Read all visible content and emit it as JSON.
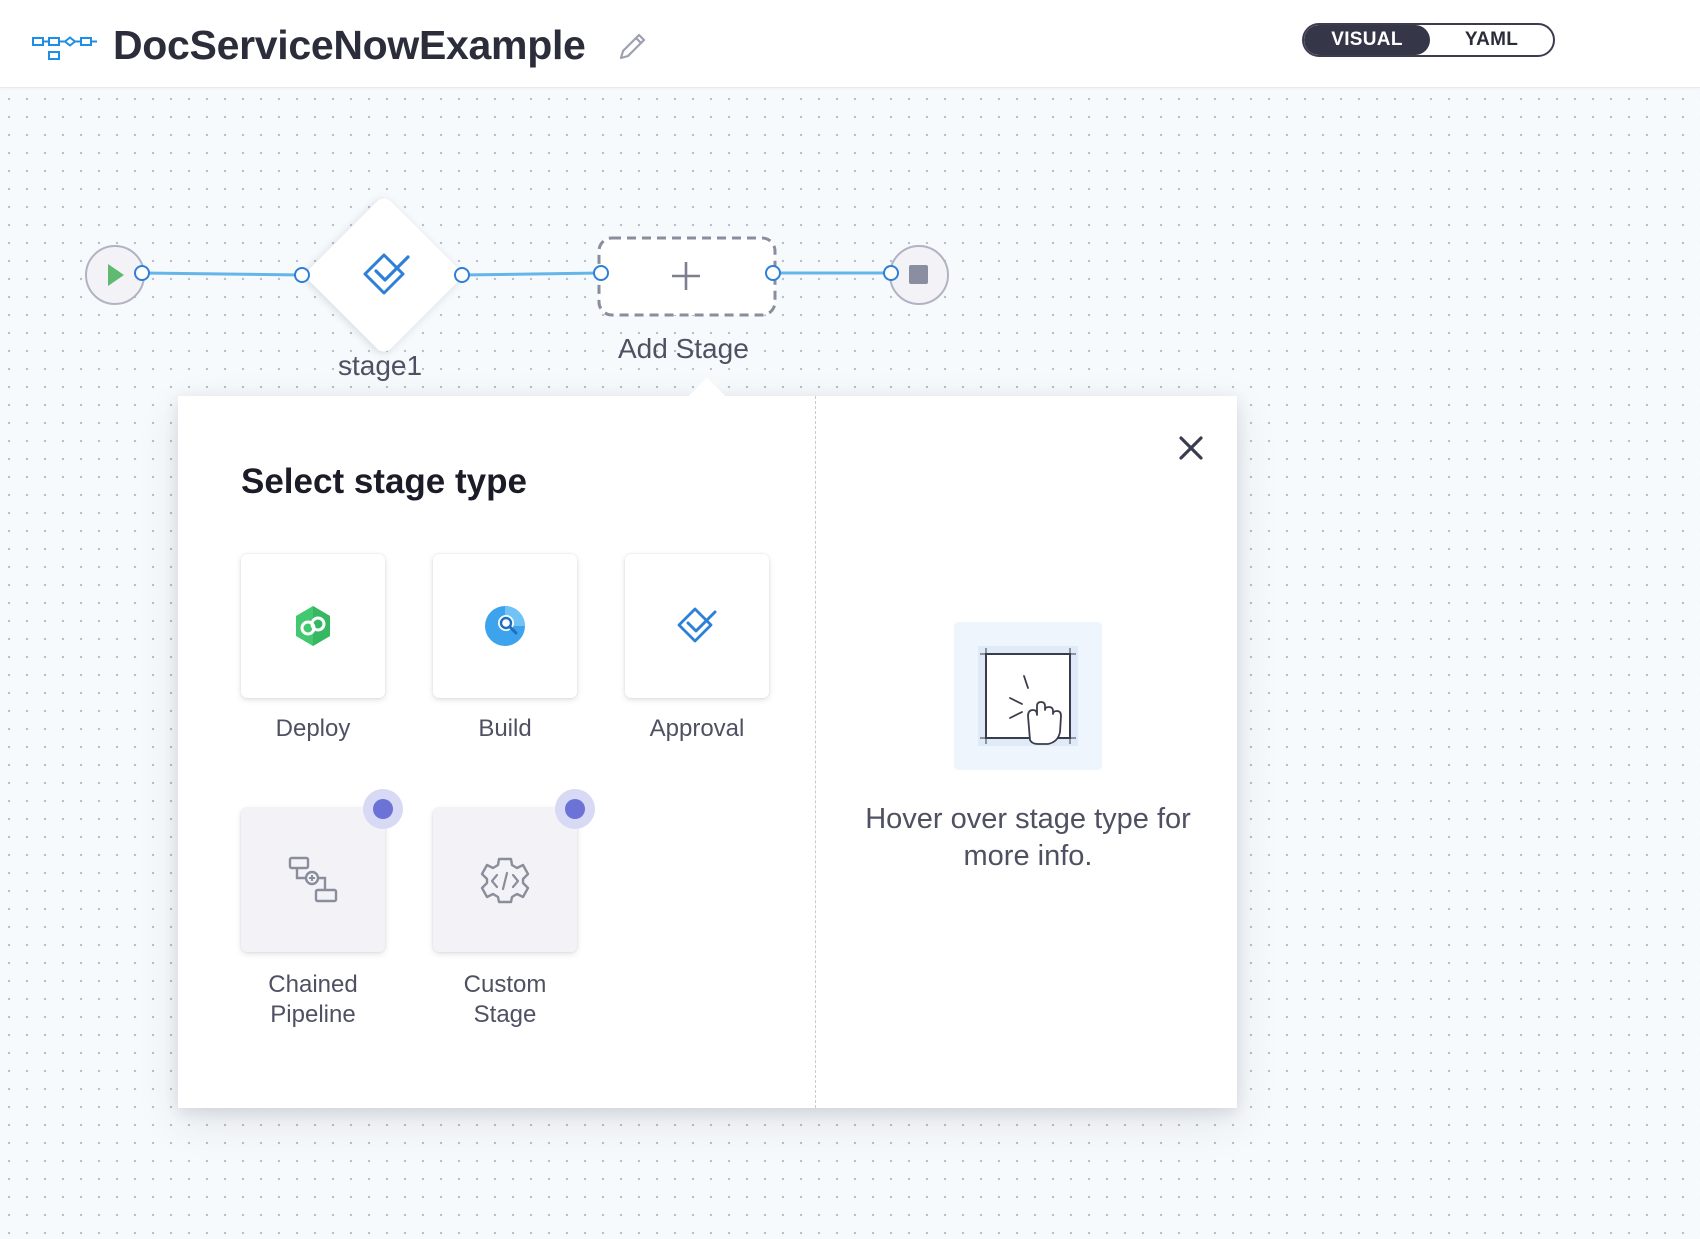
{
  "header": {
    "title": "DocServiceNowExample",
    "icons": {
      "pipeline": "pipeline-icon",
      "edit": "pencil-icon"
    },
    "view_toggle": {
      "options": [
        "VISUAL",
        "YAML"
      ],
      "selected": "VISUAL"
    }
  },
  "canvas": {
    "nodes": [
      {
        "label": "stage1",
        "icon": "approval-check-icon"
      },
      {
        "label": "Add Stage",
        "icon": "plus-icon"
      }
    ],
    "start_icon": "play-icon",
    "end_icon": "stop-icon"
  },
  "stage_picker": {
    "title": "Select stage type",
    "close_icon": "close-icon",
    "stage_types": [
      {
        "label": "Deploy",
        "icon": "deploy-icon",
        "disabled": false
      },
      {
        "label": "Build",
        "icon": "build-icon",
        "disabled": false
      },
      {
        "label": "Approval",
        "icon": "approval-icon",
        "disabled": false
      },
      {
        "label": "Chained\nPipeline",
        "icon": "chained-pipeline-icon",
        "disabled": true
      },
      {
        "label": "Custom\nStage",
        "icon": "custom-stage-icon",
        "disabled": true
      }
    ],
    "info": {
      "icon": "hover-pointer-illustration",
      "text": "Hover over stage type for more info."
    }
  },
  "colors": {
    "accent": "#0278d5",
    "connector": "#64b5ea",
    "toggle_active": "#353748",
    "badge": "#6c72d6"
  }
}
